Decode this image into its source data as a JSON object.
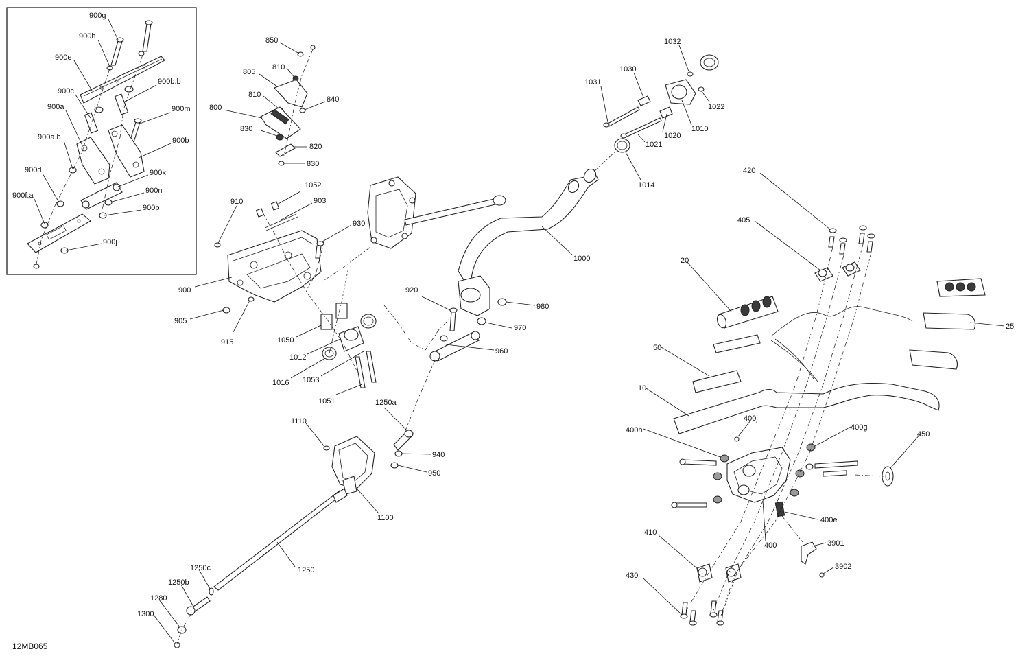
{
  "drawing": {
    "code": "12MB065"
  },
  "callouts": [
    {
      "id": "900g",
      "text": "900g"
    },
    {
      "id": "900h",
      "text": "900h"
    },
    {
      "id": "900e",
      "text": "900e"
    },
    {
      "id": "900c",
      "text": "900c"
    },
    {
      "id": "900bb",
      "text": "900b.b"
    },
    {
      "id": "900a",
      "text": "900a"
    },
    {
      "id": "900m",
      "text": "900m"
    },
    {
      "id": "900ab",
      "text": "900a.b"
    },
    {
      "id": "900b",
      "text": "900b"
    },
    {
      "id": "900d",
      "text": "900d"
    },
    {
      "id": "900k",
      "text": "900k"
    },
    {
      "id": "900fa",
      "text": "900f.a"
    },
    {
      "id": "900n",
      "text": "900n"
    },
    {
      "id": "900p",
      "text": "900p"
    },
    {
      "id": "900j",
      "text": "900j"
    },
    {
      "id": "850",
      "text": "850"
    },
    {
      "id": "805",
      "text": "805"
    },
    {
      "id": "810a",
      "text": "810"
    },
    {
      "id": "810b",
      "text": "810"
    },
    {
      "id": "840",
      "text": "840"
    },
    {
      "id": "800",
      "text": "800"
    },
    {
      "id": "830a",
      "text": "830"
    },
    {
      "id": "820",
      "text": "820"
    },
    {
      "id": "830b",
      "text": "830"
    },
    {
      "id": "1052",
      "text": "1052"
    },
    {
      "id": "910",
      "text": "910"
    },
    {
      "id": "903",
      "text": "903"
    },
    {
      "id": "930",
      "text": "930"
    },
    {
      "id": "900",
      "text": "900"
    },
    {
      "id": "905",
      "text": "905"
    },
    {
      "id": "915",
      "text": "915"
    },
    {
      "id": "1050",
      "text": "1050"
    },
    {
      "id": "1012",
      "text": "1012"
    },
    {
      "id": "1016",
      "text": "1016"
    },
    {
      "id": "1053",
      "text": "1053"
    },
    {
      "id": "1051",
      "text": "1051"
    },
    {
      "id": "1250a",
      "text": "1250a"
    },
    {
      "id": "1110",
      "text": "1110"
    },
    {
      "id": "940",
      "text": "940"
    },
    {
      "id": "950",
      "text": "950"
    },
    {
      "id": "1100",
      "text": "1100"
    },
    {
      "id": "1250",
      "text": "1250"
    },
    {
      "id": "1250c",
      "text": "1250c"
    },
    {
      "id": "1250b",
      "text": "1250b"
    },
    {
      "id": "1280",
      "text": "1280"
    },
    {
      "id": "1300",
      "text": "1300"
    },
    {
      "id": "920",
      "text": "920"
    },
    {
      "id": "980",
      "text": "980"
    },
    {
      "id": "970",
      "text": "970"
    },
    {
      "id": "960",
      "text": "960"
    },
    {
      "id": "1000",
      "text": "1000"
    },
    {
      "id": "1031",
      "text": "1031"
    },
    {
      "id": "1030",
      "text": "1030"
    },
    {
      "id": "1032",
      "text": "1032"
    },
    {
      "id": "1022",
      "text": "1022"
    },
    {
      "id": "1010",
      "text": "1010"
    },
    {
      "id": "1020",
      "text": "1020"
    },
    {
      "id": "1021",
      "text": "1021"
    },
    {
      "id": "1014",
      "text": "1014"
    },
    {
      "id": "420",
      "text": "420"
    },
    {
      "id": "405",
      "text": "405"
    },
    {
      "id": "20",
      "text": "20"
    },
    {
      "id": "25",
      "text": "25"
    },
    {
      "id": "50",
      "text": "50"
    },
    {
      "id": "10",
      "text": "10"
    },
    {
      "id": "400j",
      "text": "400j"
    },
    {
      "id": "400h",
      "text": "400h"
    },
    {
      "id": "400g",
      "text": "400g"
    },
    {
      "id": "450",
      "text": "450"
    },
    {
      "id": "400e",
      "text": "400e"
    },
    {
      "id": "400",
      "text": "400"
    },
    {
      "id": "410",
      "text": "410"
    },
    {
      "id": "3901",
      "text": "3901"
    },
    {
      "id": "3902",
      "text": "3902"
    },
    {
      "id": "430",
      "text": "430"
    }
  ]
}
